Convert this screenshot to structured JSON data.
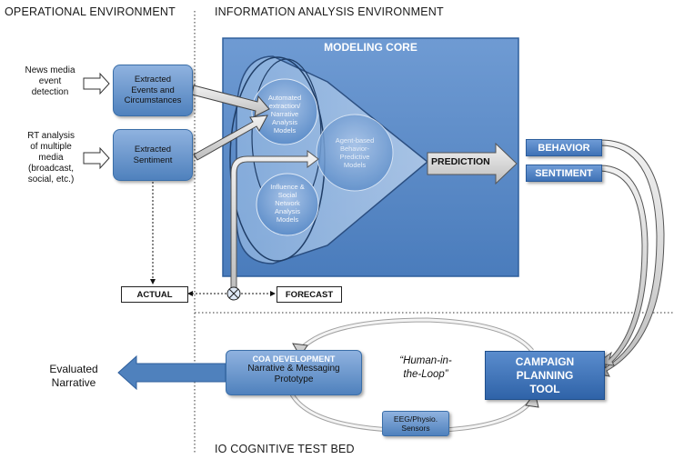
{
  "headers": {
    "operational": "OPERATIONAL ENVIRONMENT",
    "information": "INFORMATION ANALYSIS ENVIRONMENT",
    "testbed": "IO COGNITIVE TEST BED"
  },
  "sources": {
    "news": "News media\nevent\ndetection",
    "rt": "RT analysis\nof multiple\nmedia\n(broadcast,\nsocial, etc.)"
  },
  "extracted": {
    "events": "Extracted\nEvents and\nCircumstances",
    "sentiment": "Extracted\nSentiment"
  },
  "modeling_core": {
    "title": "MODELING CORE",
    "automated": "Automated\nextraction/\nNarrative\nAnalysis\nModels",
    "agent": "Agent-based\nBehavior-\nPredictive\nModels",
    "influence": "Influence &\nSocial\nNetwork\nAnalysis\nModels",
    "prediction": "PREDICTION"
  },
  "outputs": {
    "behavior": "BEHAVIOR",
    "sentiment": "SENTIMENT"
  },
  "actual": "ACTUAL",
  "forecast": "FORECAST",
  "campaign": "CAMPAIGN\nPLANNING\nTOOL",
  "coa": {
    "title": "COA DEVELOPMENT",
    "body": "Narrative & Messaging\nPrototype"
  },
  "evaluated": "Evaluated\nNarrative",
  "human_loop": "“Human-in-\nthe-Loop”",
  "eeg": "EEG/Physio.\nSensors",
  "colors": {
    "core": "#4f81bd",
    "core_dark": "#2f5f9c",
    "box": "#6e9bd6"
  }
}
